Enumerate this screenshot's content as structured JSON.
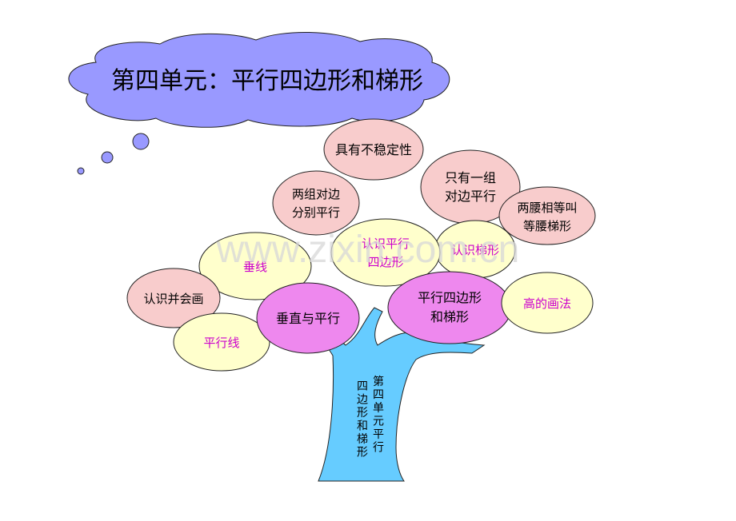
{
  "colors": {
    "cloud": "#9999ff",
    "trunk": "#66ccff",
    "pink_node": "#f8cccc",
    "cream_node": "#ffffcc",
    "magenta_node": "#ee88ee",
    "magenta_text": "#cc00cc",
    "dark_text": "#000000"
  },
  "title": "第四单元：平行四边形和梯形",
  "watermark": "www.zixin.com.cn",
  "trunk_label": [
    "第四单元平行",
    "四边形和梯形"
  ],
  "nodes": {
    "stable": "具有不稳定性",
    "one_pair": [
      "只有一组",
      "对边平行"
    ],
    "two_pairs": [
      "两组对边",
      "分别平行"
    ],
    "isosceles": [
      "两腰相等叫",
      "等腰梯形"
    ],
    "know_para": [
      "认识平行",
      "四边形"
    ],
    "know_trap": "认识梯形",
    "perp_line": "垂线",
    "recognize_draw": "认识并会画",
    "perp_parallel": "垂直与平行",
    "para_trap": [
      "平行四边形",
      "和梯形"
    ],
    "height_draw": "高的画法",
    "parallel_lines": "平行线"
  }
}
